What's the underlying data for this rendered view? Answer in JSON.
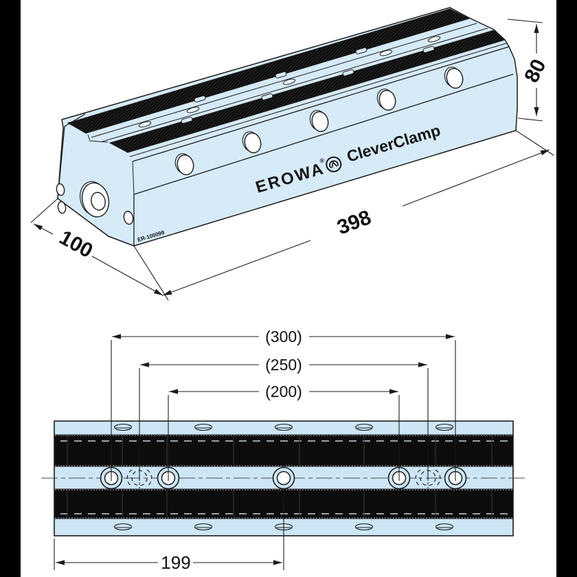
{
  "frame": {
    "background": "#ffffff",
    "left_bar_color": "#000000",
    "right_bar_color": "#000000"
  },
  "part": {
    "brand": "EROWA",
    "registered_mark": "®",
    "product_name": "CleverClamp",
    "part_number": "ER-100099",
    "body_color": "#d6eaf8",
    "strip_color": "#101010",
    "line_color": "#1b1b1b"
  },
  "iso_view": {
    "dim_length": "398",
    "dim_width": "100",
    "dim_height": "80"
  },
  "plan_view": {
    "dim_span_outer": "(300)",
    "dim_span_mid": "(250)",
    "dim_span_inner": "(200)",
    "dim_offset": "199"
  }
}
